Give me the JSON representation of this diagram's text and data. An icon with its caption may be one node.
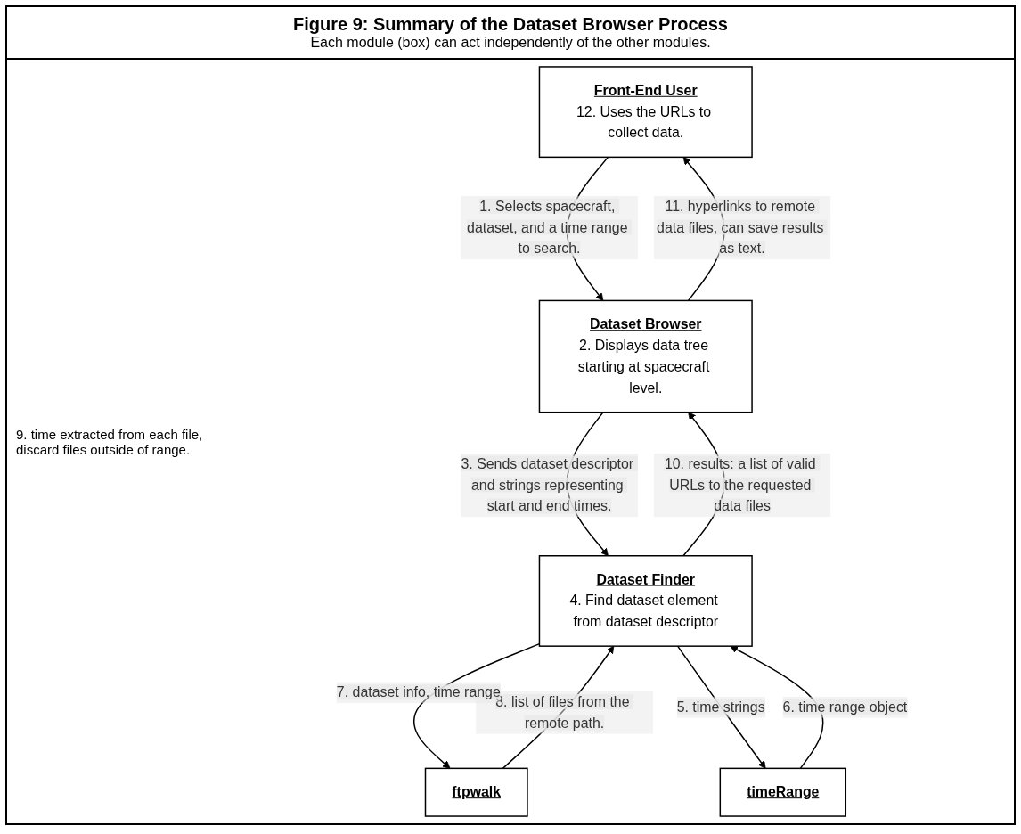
{
  "diagram": {
    "title": "Figure 9: Summary of the Dataset Browser Process",
    "caption": "Each module (box) can act independently of the other modules.",
    "nodes": [
      {
        "text": [
          "Front-End User",
          "12. Uses the URLs to collect data."
        ]
      },
      {
        "text": [
          "Dataset Browser",
          "2. Displays data tree starting at spacecraft level."
        ]
      },
      {
        "text": [
          "Dataset Finder",
          "4. Find dataset element from dataset descriptor"
        ]
      },
      {
        "text": [
          "ftpwalk"
        ]
      },
      {
        "text": [
          "timeRange"
        ]
      }
    ],
    "edges": [
      {
        "from": 1,
        "to": 0,
        "arrow": "to",
        "label": "11. hyperlinks to remote data files, can save results as text."
      },
      {
        "from": 0,
        "to": 1,
        "arrow": "to",
        "label": "1. Selects spacecraft, dataset, and a time range to search."
      },
      {
        "from": 2,
        "to": 1,
        "arrow": "to",
        "label": "10. results: a list of valid URLs to the requested data files"
      },
      {
        "from": 1,
        "to": 2,
        "arrow": "to",
        "label": "3. Sends dataset descriptor and strings representing start and end times."
      },
      {
        "from": 3,
        "to": 2,
        "arrow": "to",
        "label": "8. list of files from the remote path."
      },
      {
        "from": 2,
        "to": 3,
        "arrow": "to",
        "label": "7. dataset info, time range"
      },
      {
        "from": 4,
        "to": 2,
        "arrow": "to",
        "label": "6. time range object"
      },
      {
        "from": 2,
        "to": 4,
        "arrow": "to",
        "label": "5. time strings"
      }
    ],
    "labels": [
      "9. time extracted from each file, discard files outside of range."
    ]
  }
}
